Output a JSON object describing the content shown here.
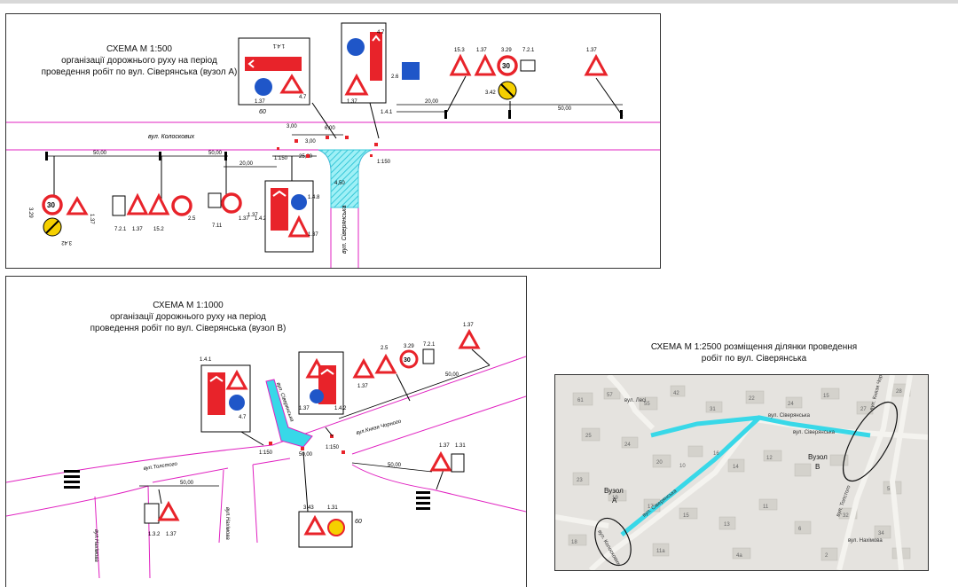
{
  "panel_a": {
    "title": [
      "СХЕМА      М 1:500",
      "організації дорожнього руху на період",
      "проведення  робіт  по вул. Сіверянська (вузол А)"
    ],
    "street_main": "вул. Колоскових",
    "street_side": "вул. Сіверянська",
    "dims": [
      "50,00",
      "50,00",
      "20,00",
      "20,00",
      "50,00",
      "3,00",
      "6,00",
      "3,00",
      "25,00",
      "4,50",
      "1:150",
      "1:150"
    ],
    "sign_codes": [
      "1.37",
      "3.29",
      "3.42",
      "1.37",
      "15.2",
      "7.2.1",
      "2.5",
      "1.37",
      "1.4.2",
      "7.11",
      "1.37",
      "1.37",
      "4.7",
      "1.4.1",
      "1.37",
      "4.7",
      "2.6",
      "1.4.1",
      "1.37",
      "15.3",
      "3.29",
      "3.42",
      "7.2.1",
      "1.37",
      "1.4.8",
      "1.37"
    ],
    "limit": "30",
    "side_label": "60"
  },
  "panel_b": {
    "title": [
      "СХЕМА      М 1:1000",
      "організації дорожнього руху на період",
      "проведення  робіт  по вул. Сіверянська (вузол В)"
    ],
    "streets": [
      "вул. Сіверянська",
      "вул.Князя Чорного",
      "вул.Толстого",
      "вул.Нахімова",
      "вул.Нахімова"
    ],
    "dims": [
      "50,00",
      "50,00",
      "50,00",
      "50,00",
      "1:150",
      "1:150"
    ],
    "sign_codes": [
      "1.4.1",
      "4.7",
      "1.37",
      "1.4.2",
      "1.37",
      "2.5",
      "1.37",
      "3.29",
      "7.2.1",
      "1.37",
      "1.37",
      "3.43",
      "1.31",
      "1.37",
      "1.3.2"
    ],
    "limit": "30",
    "side_label": "60"
  },
  "panel_c": {
    "title": [
      "СХЕМА      М 1:2500 розміщення ділянки проведення",
      "робіт по вул. Сіверянська"
    ],
    "streets": [
      "вул. Сіверянська",
      "вул. Сіверянська",
      "вул. Сіверянська",
      "вул. Колоскових",
      "вул. Толстого",
      "вул. Князя Чорного",
      "вул. Нахімова",
      "вул. Лесі"
    ],
    "node_a": [
      "Вузол",
      "А"
    ],
    "node_b": [
      "Вузол",
      "В"
    ],
    "numbers": [
      "61",
      "57",
      "55",
      "42",
      "31",
      "22",
      "24",
      "10",
      "16",
      "14",
      "12",
      "25",
      "24",
      "20",
      "23",
      "19",
      "17",
      "15",
      "13",
      "11",
      "15",
      "27",
      "28",
      "5",
      "32",
      "34",
      "6",
      "18",
      "11a",
      "4a",
      "2"
    ]
  },
  "colors": {
    "road": "#e020c0",
    "work": "#38d8e8",
    "sign_red": "#e8232a",
    "sign_blue": "#1f56c8",
    "sign_yellow": "#f5d000"
  }
}
